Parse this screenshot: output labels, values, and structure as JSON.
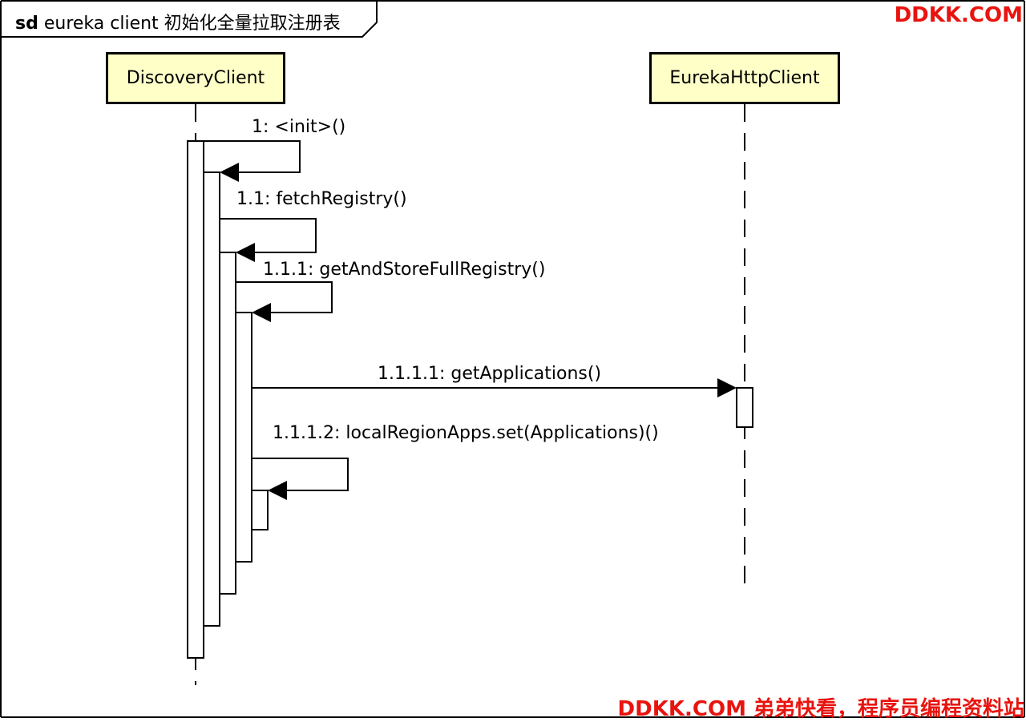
{
  "frame": {
    "keyword": "sd",
    "title": "eureka client 初始化全量拉取注册表"
  },
  "lifelines": {
    "discovery": "DiscoveryClient",
    "eureka_http": "EurekaHttpClient"
  },
  "messages": [
    {
      "label": "1: <init>()",
      "kind": "self"
    },
    {
      "label": "1.1: fetchRegistry()",
      "kind": "self"
    },
    {
      "label": "1.1.1: getAndStoreFullRegistry()",
      "kind": "self"
    },
    {
      "label": "1.1.1.1: getApplications()",
      "kind": "call",
      "target": "EurekaHttpClient"
    },
    {
      "label": "1.1.1.2: localRegionApps.set(Applications)()",
      "kind": "self"
    }
  ],
  "watermark": {
    "top": "DDKK.COM",
    "bottom": "DDKK.COM 弟弟快看，程序员编程资料站"
  },
  "colors": {
    "lifeline_fill": "#ffffc8",
    "watermark": "#e8140f"
  }
}
